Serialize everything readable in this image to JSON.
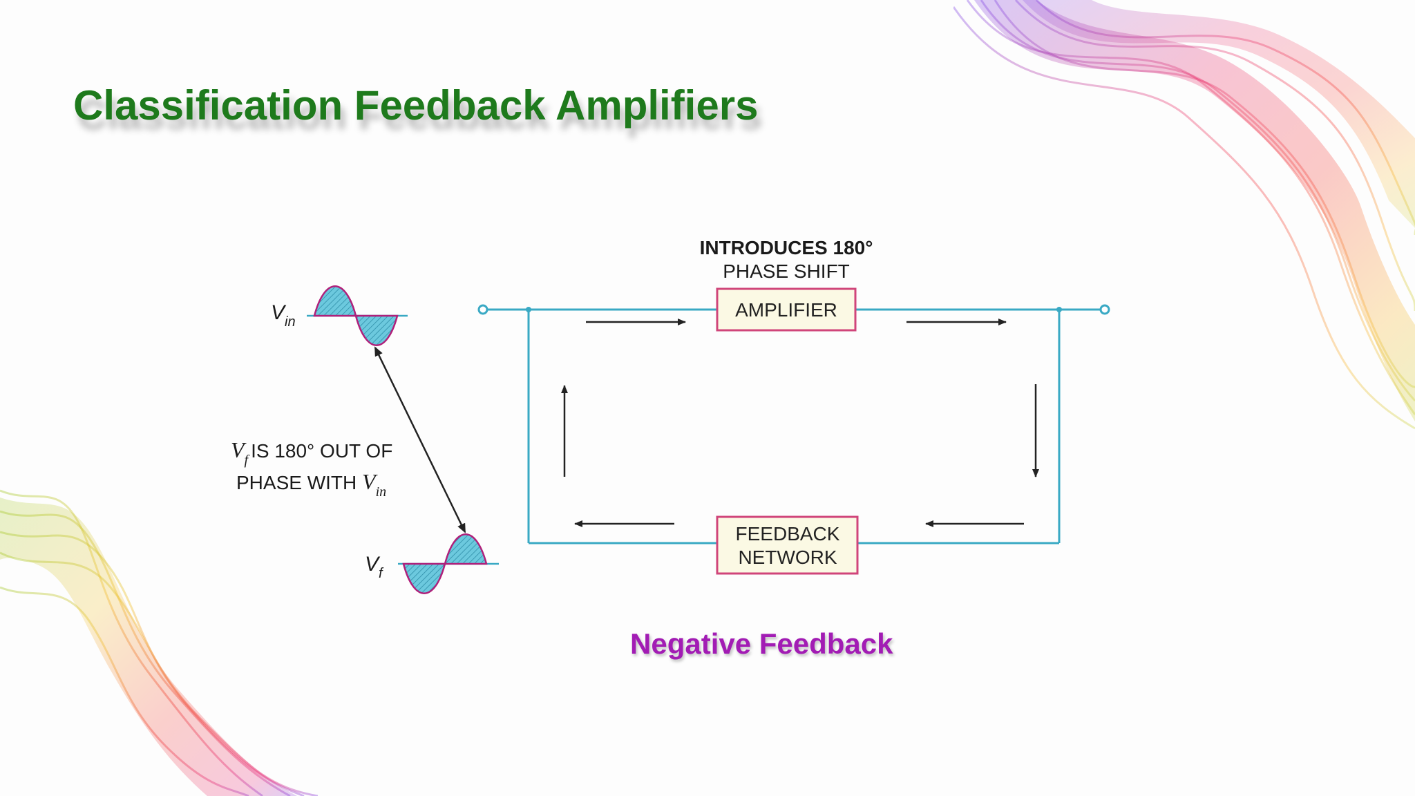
{
  "slide": {
    "title": "Classification Feedback Amplifiers",
    "caption": "Negative Feedback"
  },
  "diagram": {
    "amplifier_note_line1": "INTRODUCES  180°",
    "amplifier_note_line2": "PHASE  SHIFT",
    "amplifier_box_label": "AMPLIFIER",
    "feedback_box_line1": "FEEDBACK",
    "feedback_box_line2": "NETWORK",
    "vin_label_main": "V",
    "vin_label_sub": "in",
    "vf_label_main": "V",
    "vf_label_sub": "f",
    "phase_note_line1_sym": "V",
    "phase_note_line1_sub": "f",
    "phase_note_line1_text": "IS 180° OUT OF",
    "phase_note_line2_text": "PHASE WITH ",
    "phase_note_line2_sym": "V",
    "phase_note_line2_sub": "in"
  },
  "colors": {
    "title": "#1e7a1c",
    "caption": "#a21cb4",
    "wire": "#39a9c4",
    "box_border": "#d0457a",
    "box_fill": "#fbf9e4",
    "wave_fill": "#5cc4dc",
    "wave_stroke": "#b0207a"
  }
}
